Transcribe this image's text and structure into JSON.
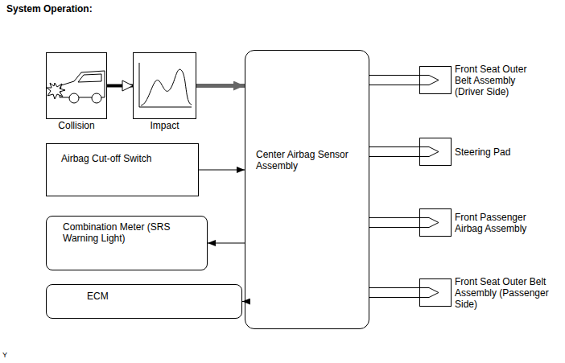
{
  "diagram": {
    "title": "System Operation:",
    "nodes": [
      {
        "text": [
          "Collision"
        ]
      },
      {
        "text": [
          "Impact"
        ]
      },
      {
        "text": [
          "Airbag Cut-off Switch"
        ]
      },
      {
        "text": [
          "Combination Meter (SRS Warning Light)"
        ]
      },
      {
        "text": [
          "ECM"
        ]
      },
      {
        "text": [
          "Center Airbag Sensor Assembly"
        ]
      },
      {
        "text": [
          "Front Seat Outer Belt Assembly (Driver Side)"
        ]
      },
      {
        "text": [
          "Steering Pad"
        ]
      },
      {
        "text": [
          "Front Passenger Airbag Assembly"
        ]
      },
      {
        "text": [
          "Front Seat Outer Belt Assembly (Passenger Side)"
        ]
      }
    ],
    "edges": [
      {
        "from": 0,
        "to": 1,
        "arrow": "to"
      },
      {
        "from": 1,
        "to": 5,
        "arrow": "to"
      },
      {
        "from": 2,
        "to": 5,
        "arrow": "to"
      },
      {
        "from": 5,
        "to": 3,
        "arrow": "to"
      },
      {
        "from": 5,
        "to": 4,
        "arrow": "to"
      },
      {
        "from": 5,
        "to": 6,
        "arrow": "none"
      },
      {
        "from": 5,
        "to": 7,
        "arrow": "none"
      },
      {
        "from": 5,
        "to": 8,
        "arrow": "none"
      },
      {
        "from": 5,
        "to": 9,
        "arrow": "none"
      }
    ],
    "labels": [
      "Y"
    ]
  }
}
